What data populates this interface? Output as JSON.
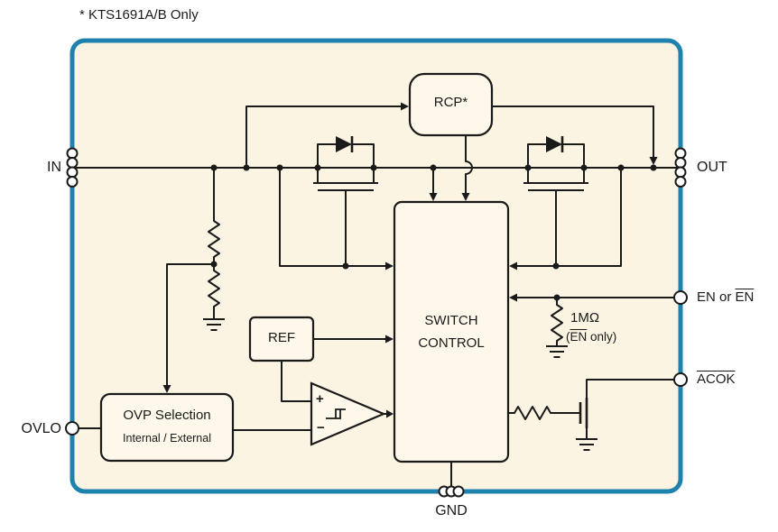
{
  "note": "* KTS1691A/B Only",
  "pins": {
    "in": "IN",
    "out": "OUT",
    "en_prefix": "EN or ",
    "en_overline": "EN",
    "acok": "ACOK",
    "ovlo": "OVLO",
    "gnd": "GND"
  },
  "blocks": {
    "rcp": "RCP*",
    "switch_line1": "SWITCH",
    "switch_line2": "CONTROL",
    "ref": "REF",
    "ovp_title": "OVP Selection",
    "ovp_subtitle": "Internal / External"
  },
  "annotations": {
    "pullup_value": "1MΩ",
    "pullup_note_prefix": "(",
    "pullup_note_overline": "EN",
    "pullup_note_suffix": " only)",
    "comparator_plus": "+",
    "comparator_minus": "−"
  },
  "colors": {
    "border": "#1f81ae",
    "background": "#fbf4e2",
    "line": "#1a1a1a",
    "text": "#1a1a1a",
    "block-fill": "#fdf8ea"
  }
}
